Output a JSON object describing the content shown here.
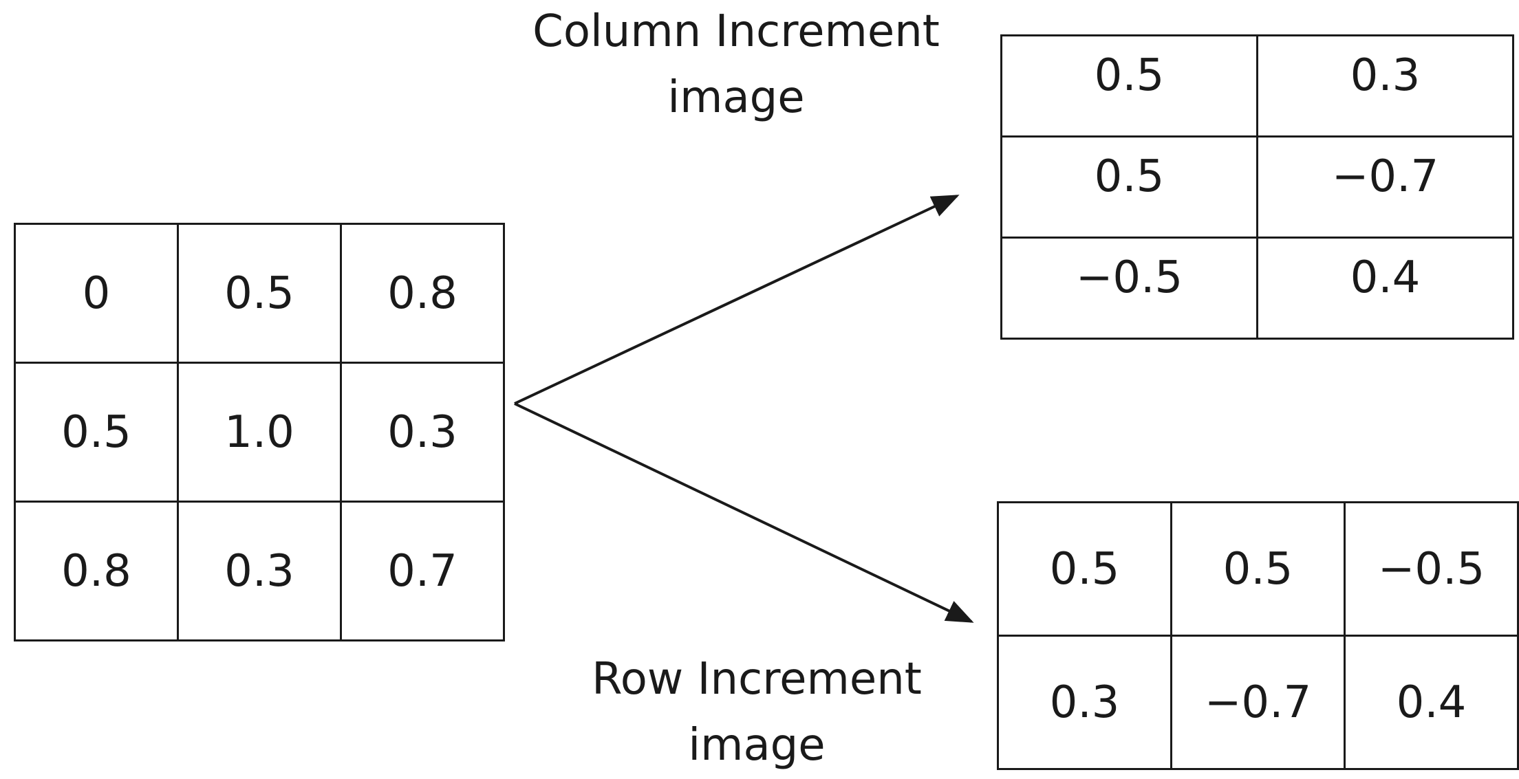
{
  "source_image": {
    "rows": [
      [
        "0",
        "0.5",
        "0.8"
      ],
      [
        "0.5",
        "1.0",
        "0.3"
      ],
      [
        "0.8",
        "0.3",
        "0.7"
      ]
    ]
  },
  "column_increment": {
    "label": "Column Increment\nimage",
    "rows": [
      [
        "0.5",
        "0.3"
      ],
      [
        "0.5",
        "−0.7"
      ],
      [
        "−0.5",
        "0.4"
      ]
    ]
  },
  "row_increment": {
    "label": "Row Increment\nimage",
    "rows": [
      [
        "0.5",
        "0.5",
        "−0.5"
      ],
      [
        "0.3",
        "−0.7",
        "0.4"
      ]
    ]
  }
}
